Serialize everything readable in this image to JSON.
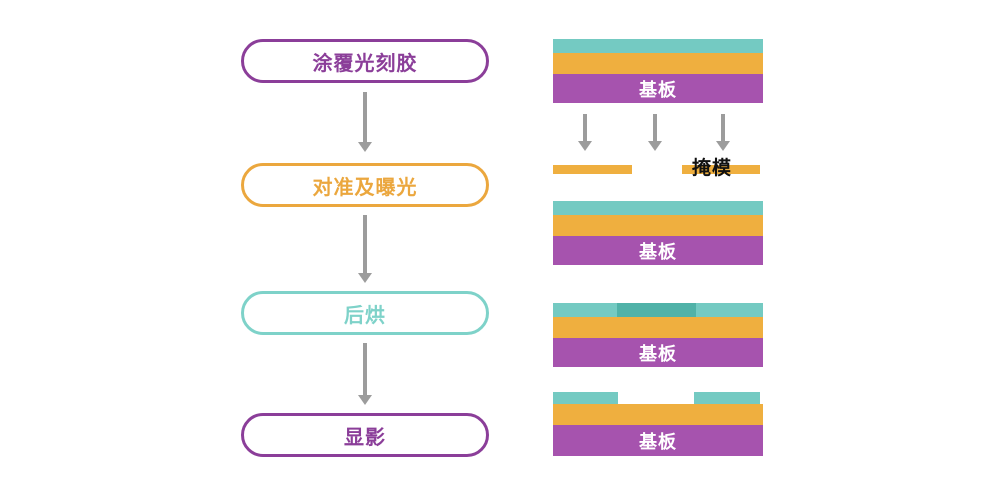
{
  "flowchart": {
    "steps": [
      {
        "label": "涂覆光刻胶",
        "color": "#8b3e99"
      },
      {
        "label": "对准及曝光",
        "color": "#eba73e"
      },
      {
        "label": "后烘",
        "color": "#7ed2c9"
      },
      {
        "label": "显影",
        "color": "#8b3e99"
      }
    ]
  },
  "diagram": {
    "mask_label": "掩模",
    "stacks": [
      {
        "substrate_label": "基板"
      },
      {
        "substrate_label": "基板"
      },
      {
        "substrate_label": "基板"
      },
      {
        "substrate_label": "基板"
      }
    ]
  },
  "colors": {
    "purple": "#8b3e99",
    "orange": "#eba73e",
    "teal": "#7ed2c9",
    "stack-teal": "#74cac2",
    "stack-teal-dark": "#50b2a8",
    "stack-orange": "#efaf3f",
    "stack-purple": "#a653ae",
    "arrow-gray": "#9c9c9c",
    "mask-text": "#111111",
    "substrate-text": "#ffffff",
    "background": "#ffffff"
  }
}
